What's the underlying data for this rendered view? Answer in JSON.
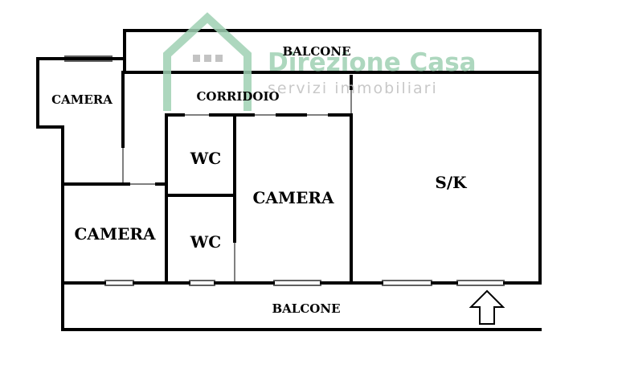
{
  "rooms": {
    "balcone_top": "BALCONE",
    "corridoio": "CORRIDOIO",
    "camera_top_left": "CAMERA",
    "wc_upper": "WC",
    "wc_lower": "WC",
    "camera_center": "CAMERA",
    "camera_left": "CAMERA",
    "soggiorno_cucina": "S/K",
    "balcone_bottom": "BALCONE"
  },
  "watermark": {
    "brand": "Direzione Casa",
    "tagline": "servizi immobiliari",
    "color": "#9fd1b3"
  },
  "icons": {
    "entrance": "up-arrow-icon",
    "watermark": "house-logo-icon"
  }
}
